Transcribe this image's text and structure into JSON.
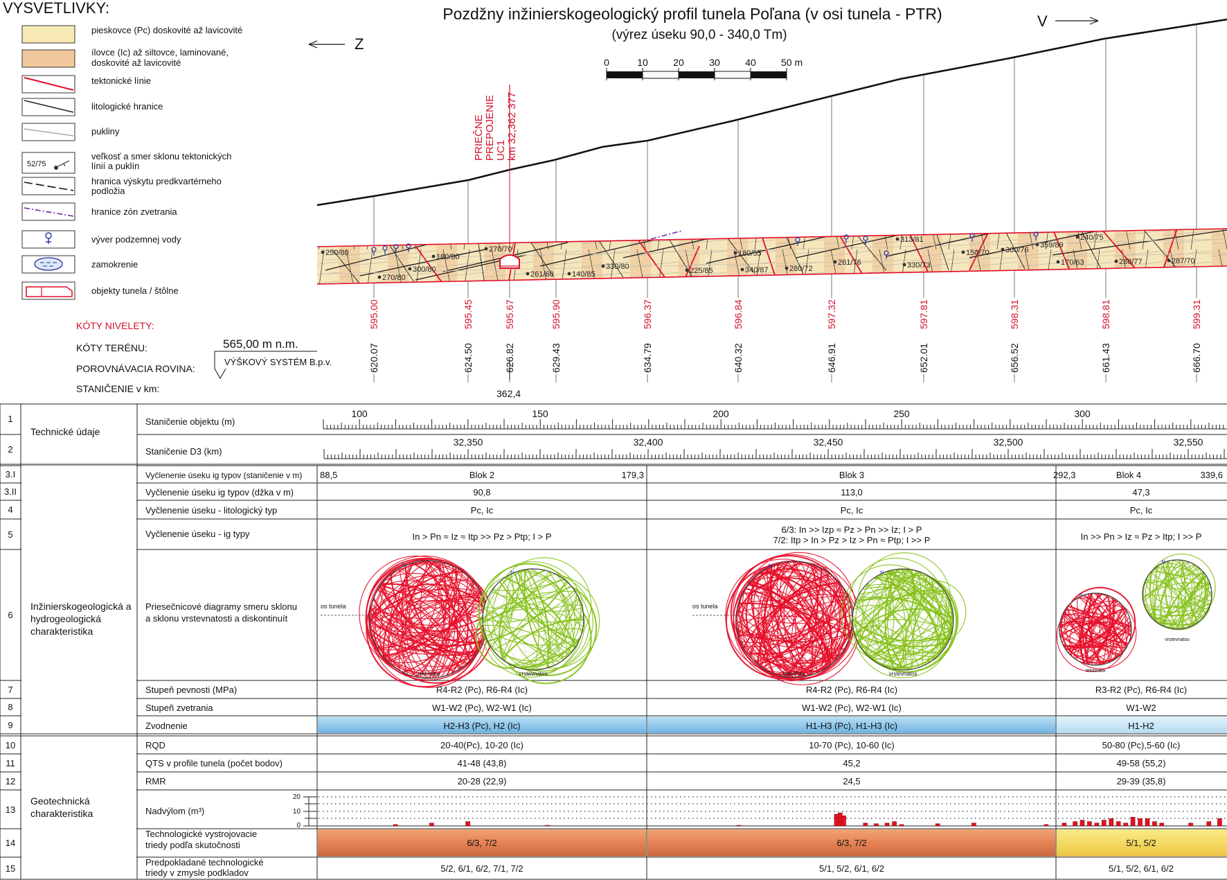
{
  "title": "Pozdžny inžinierskogeologický profil tunela Poľana (v osi  tunela - PTR)",
  "subtitle": "(výrez úseku 90,0 - 340,0 Tm)",
  "directions": {
    "west": "Z",
    "east": "V"
  },
  "scale": {
    "ticks": [
      "0",
      "10",
      "20",
      "30",
      "40",
      "50 m"
    ]
  },
  "legend": {
    "heading": "VYSVETLIVKY:",
    "items": [
      {
        "label": "pieskovce (Pc) doskovité až lavicovité"
      },
      {
        "label": "ílovce (Ic) až siltovce, laminované,",
        "label2": "doskovité až lavicovité"
      },
      {
        "label": "tektonické línie"
      },
      {
        "label": "litologické hranice"
      },
      {
        "label": "pukliny"
      },
      {
        "label": "veľkosť a smer sklonu tektonických",
        "label2": "línií a puklín",
        "sample": "52/75"
      },
      {
        "label": "hranica výskytu predkvartérneho",
        "label2": "podložia"
      },
      {
        "label": "hranice zón zvetrania"
      },
      {
        "label": "výver podzemnej vody"
      },
      {
        "label": "zamokrenie"
      },
      {
        "label": "objekty tunela / štôlne"
      }
    ]
  },
  "portal": {
    "l1": "PRIEČNE",
    "l2": "PREPOJENIE",
    "l3": "UC1",
    "l4": "km 32,362 377"
  },
  "head_labels": {
    "koty_nivelety": "KÓTY NIVELETY:",
    "koty_terenu": "KÓTY TERÉNU:",
    "porovnavacia": "POROVNÁVACIA ROVINA:",
    "stanicenie": "STANIČENIE v km:",
    "datum_value": "565,00 m n.m.",
    "datum_system": "VÝŠKOVÝ SYSTÉM B.p.v.",
    "km_value": "362,4"
  },
  "profile": {
    "stations": [
      {
        "nivelety": "595.00",
        "teren": "620.07"
      },
      {
        "nivelety": "595.45",
        "teren": "624.50"
      },
      {
        "nivelety": "595.67",
        "teren": "626.82"
      },
      {
        "nivelety": "595.90",
        "teren": "629.43"
      },
      {
        "nivelety": "596.37",
        "teren": "634.79"
      },
      {
        "nivelety": "596.84",
        "teren": "640.32"
      },
      {
        "nivelety": "597.32",
        "teren": "646.91"
      },
      {
        "nivelety": "597.81",
        "teren": "652.01"
      },
      {
        "nivelety": "598.31",
        "teren": "656.52"
      },
      {
        "nivelety": "598.81",
        "teren": "661.43"
      },
      {
        "nivelety": "599.31",
        "teren": "666.70"
      }
    ],
    "dips": [
      {
        "t": "250/80"
      },
      {
        "t": "270/80"
      },
      {
        "t": "180/80"
      },
      {
        "t": "300/80"
      },
      {
        "t": "270/70"
      },
      {
        "t": "261/60"
      },
      {
        "t": "140/85"
      },
      {
        "t": "330/80"
      },
      {
        "t": "225/85"
      },
      {
        "t": "180/55"
      },
      {
        "t": "340/87"
      },
      {
        "t": "280/72"
      },
      {
        "t": "261/76"
      },
      {
        "t": "313/81"
      },
      {
        "t": "330/73"
      },
      {
        "t": "150/70"
      },
      {
        "t": "300/76"
      },
      {
        "t": "359/89"
      },
      {
        "t": "170/63"
      },
      {
        "t": "240/75"
      },
      {
        "t": "288/77"
      },
      {
        "t": "287/70"
      }
    ]
  },
  "table": {
    "row1": {
      "num": "1",
      "label": "Staničenie objektu (m)",
      "ticks": [
        "100",
        "150",
        "200",
        "250",
        "300"
      ]
    },
    "row2": {
      "num": "2",
      "label": "Staničenie D3 (km)",
      "ticks": [
        "32,350",
        "32,400",
        "32,450",
        "32,500",
        "32,550"
      ]
    },
    "group_technicke": "Technické údaje",
    "group_ig_l1": "Inžinierskogeologická a",
    "group_ig_l2": "hydrogeologická",
    "group_ig_l3": "charakteristika",
    "group_geo_l1": "Geotechnická",
    "group_geo_l2": "charakteristika",
    "row3i": {
      "num": "3.I",
      "label": "Vyčlenenie úseku ig typov (staničenie v m)",
      "b1_start": "88,5",
      "b1": "Blok 2",
      "b12": "179,3",
      "b2": "Blok 3",
      "b23": "292,3",
      "b3": "Blok 4",
      "b3_end": "339,6"
    },
    "row3ii": {
      "num": "3.II",
      "label": "Vyčlenenie úseku ig typov (džka v m)",
      "v1": "90,8",
      "v2": "113,0",
      "v3": "47,3"
    },
    "row4": {
      "num": "4",
      "label": "Vyčlenenie úseku - litologický typ",
      "v1": "Pc, Ic",
      "v2": "Pc, Ic",
      "v3": "Pc, Ic"
    },
    "row5": {
      "num": "5",
      "label": "Vyčlenenie úseku - ig typy",
      "v1": "In > Pn ≈ Iz ≈ Itp >> Pz > Ptp; I > P",
      "v2a": "6/3: In >> Izp ≈ Pz > Pn >> Iz; I > P",
      "v2b": "7/2: Itp > In > Pz > Iz > Pn ≈ Ptp; I >> P",
      "v3": "In >> Pn > Iz ≈ Pz > Itp; I >> P"
    },
    "row6": {
      "num": "6",
      "label_l1": "Priesečnicové  diagramy smeru sklonu",
      "label_l2": "a sklonu vrstevnatosti a diskontinuít",
      "os_tunela": "os tunela",
      "tek": "tektonika",
      "vrs": "vrstevnatos",
      "north": "N"
    },
    "row7": {
      "num": "7",
      "label": "Stupeň pevnosti (MPa)",
      "v1": "R4-R2 (Pc),  R6-R4 (Ic)",
      "v2": "R4-R2 (Pc),  R6-R4 (Ic)",
      "v3": "R3-R2 (Pc),  R6-R4 (Ic)"
    },
    "row8": {
      "num": "8",
      "label": "Stupeň zvetrania",
      "v1": "W1-W2 (Pc), W2-W1 (Ic)",
      "v2": "W1-W2 (Pc), W2-W1 (Ic)",
      "v3": "W1-W2"
    },
    "row9": {
      "num": "9",
      "label": "Zvodnenie",
      "v1": "H2-H3 (Pc), H2 (Ic)",
      "v2": "H1-H3 (Pc), H1-H3 (Ic)",
      "v3": "H1-H2"
    },
    "row10": {
      "num": "10",
      "label": "RQD",
      "v1": "20-40(Pc), 10-20 (Ic)",
      "v2": "10-70 (Pc), 10-60 (Ic)",
      "v3": "50-80 (Pc),5-60 (Ic)"
    },
    "row11": {
      "num": "11",
      "label": "QTS v profile tunela (počet bodov)",
      "v1": "41-48 (43,8)",
      "v2": "45,2",
      "v3": "49-58 (55,2)"
    },
    "row12": {
      "num": "12",
      "label": "RMR",
      "v1": "20-28 (22,9)",
      "v2": "24,5",
      "v3": "29-39 (35,8)"
    },
    "row13": {
      "num": "13",
      "label": "Nadvýlom (m³)",
      "axis": [
        "20",
        "10",
        "0"
      ]
    },
    "row14": {
      "num": "14",
      "label_l1": "Technologické vystrojovacie",
      "label_l2": "triedy podľa skutočnosti",
      "v1": "6/3, 7/2",
      "v2": "6/3, 7/2",
      "v3": "5/1, 5/2"
    },
    "row15": {
      "num": "15",
      "label_l1": "Predpokladané technologické",
      "label_l2": "triedy v zmysle podkladov",
      "v1": "5/2, 6/1, 6/2, 7/1, 7/2",
      "v2": "5/1, 5/2, 6/1, 6/2",
      "v3": "5/1, 5/2, 6/1, 6/2"
    }
  },
  "chart_data": {
    "type": "bar",
    "title": "",
    "ylabel": "Nadvýlom (m³)",
    "xlabel": "",
    "ylim": [
      0,
      20
    ],
    "x_units": "Staničenie objektu (m)",
    "x": [
      110,
      120,
      130,
      152,
      205,
      232,
      233,
      234,
      240,
      243,
      246,
      248,
      250,
      260,
      270,
      290,
      295,
      298,
      300,
      302,
      304,
      306,
      308,
      310,
      312,
      314,
      316,
      318,
      320,
      322,
      330,
      335,
      338
    ],
    "values": [
      1,
      2,
      3,
      0.5,
      0.5,
      8,
      9,
      7,
      2,
      1.5,
      2,
      3,
      1,
      1.5,
      2,
      1,
      2,
      3,
      4,
      3,
      2,
      4,
      5,
      3,
      2,
      6,
      5,
      5,
      3,
      2,
      2,
      3,
      5
    ]
  },
  "colors": {
    "sandstone": "#f6e9b3",
    "claystone": "#f0c79c",
    "tectonic": "#e00d2a",
    "blue_water": "#8ec6ea",
    "class_orange": "#e8895a",
    "class_yellow": "#f4df6e",
    "stereo_red": "#e6102a",
    "stereo_green": "#86c11a"
  }
}
